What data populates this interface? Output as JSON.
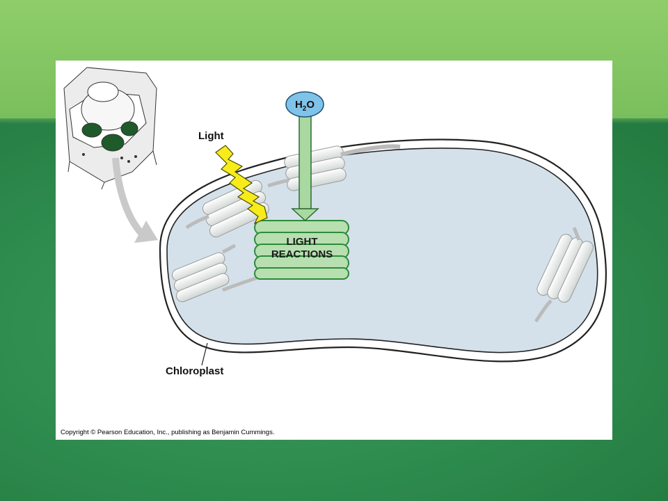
{
  "diagram": {
    "water_label_main": "H",
    "water_label_sub": "2",
    "water_label_tail": "O",
    "light_label": "Light",
    "reaction_label_line1": "LIGHT",
    "reaction_label_line2": "REACTIONS",
    "organelle_label": "Chloroplast",
    "copyright": "Copyright © Pearson Education, Inc., publishing as Benjamin Cummings."
  },
  "colors": {
    "stroma": "#d4e1ea",
    "reaction_green": "#b7dfb0",
    "reaction_outline": "#2d8a3a",
    "water_blue": "#7fc3ea",
    "arrow_green": "#a9d8a0",
    "lightning_yellow": "#f7ec1a"
  }
}
